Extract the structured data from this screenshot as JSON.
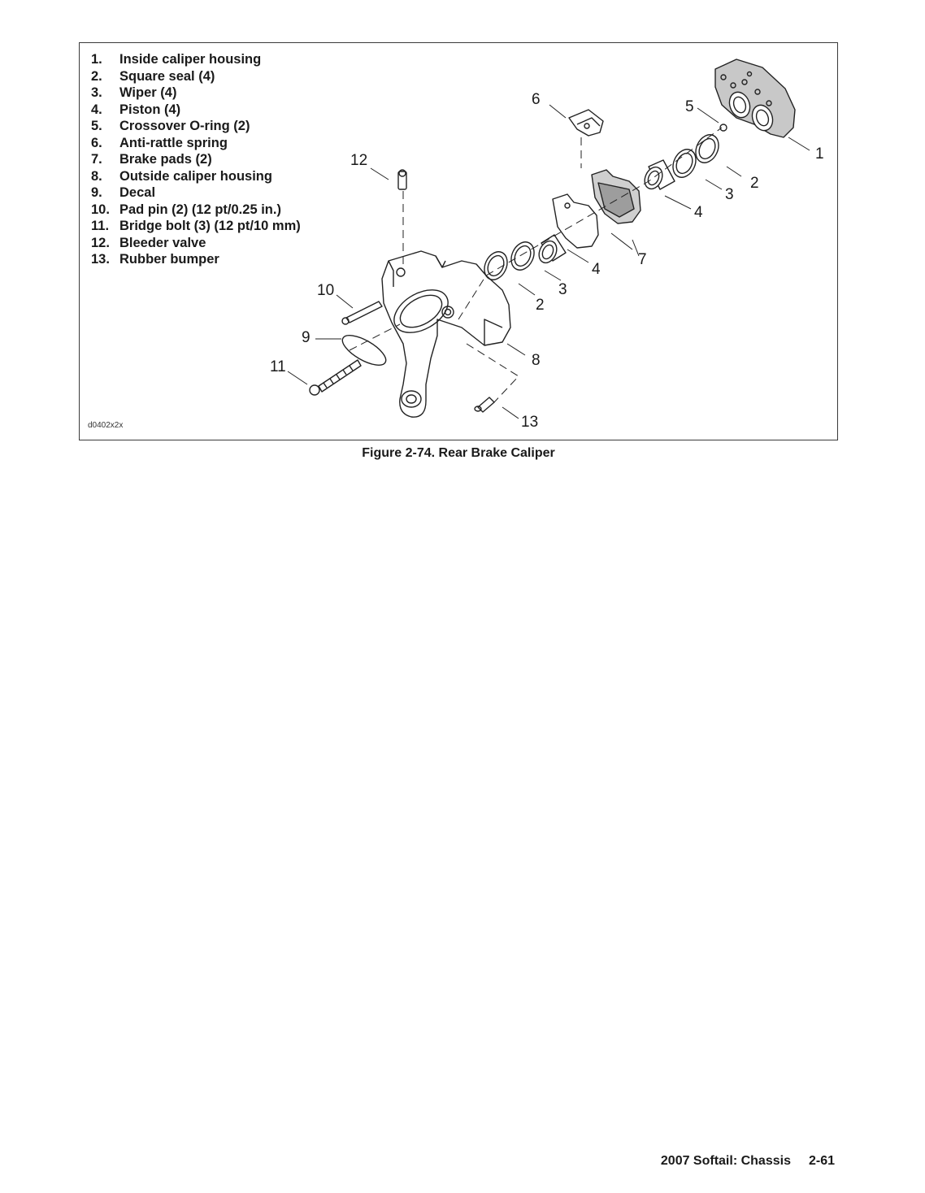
{
  "figure": {
    "legend": [
      {
        "num": "1.",
        "label": "Inside caliper housing"
      },
      {
        "num": "2.",
        "label": "Square seal (4)"
      },
      {
        "num": "3.",
        "label": "Wiper (4)"
      },
      {
        "num": "4.",
        "label": "Piston (4)"
      },
      {
        "num": "5.",
        "label": "Crossover O-ring (2)"
      },
      {
        "num": "6.",
        "label": "Anti-rattle spring"
      },
      {
        "num": "7.",
        "label": "Brake pads (2)"
      },
      {
        "num": "8.",
        "label": "Outside caliper housing"
      },
      {
        "num": "9.",
        "label": "Decal"
      },
      {
        "num": "10.",
        "label": "Pad pin (2) (12 pt/0.25 in.)"
      },
      {
        "num": "11.",
        "label": "Bridge bolt (3) (12 pt/10 mm)"
      },
      {
        "num": "12.",
        "label": "Bleeder valve"
      },
      {
        "num": "13.",
        "label": "Rubber bumper"
      }
    ],
    "callouts": [
      "1",
      "2",
      "3",
      "4",
      "5",
      "6",
      "7",
      "8",
      "9",
      "10",
      "11",
      "12",
      "13",
      "2",
      "3",
      "4"
    ],
    "figure_id": "d0402x2x",
    "caption": "Figure 2-74. Rear Brake Caliper"
  },
  "footer": {
    "title": "2007 Softail: Chassis",
    "page": "2-61"
  }
}
